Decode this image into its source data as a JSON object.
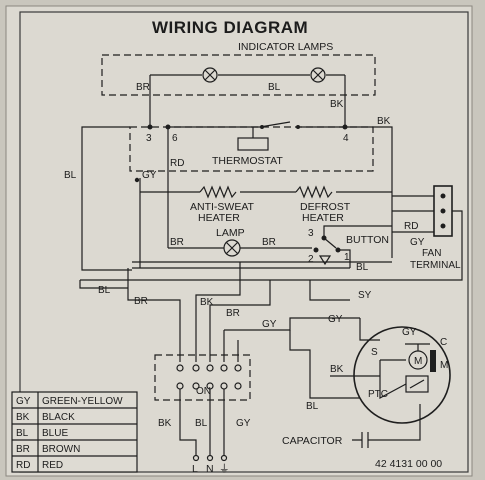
{
  "title": "WIRING DIAGRAM",
  "labels": {
    "indicator_lamps": "INDICATOR LAMPS",
    "thermostat": "THERMOSTAT",
    "anti_sweat": "ANTI-SWEAT",
    "anti_sweat2": "HEATER",
    "defrost": "DEFROST",
    "defrost2": "HEATER",
    "lamp": "LAMP",
    "button": "BUTTON",
    "fan": "FAN",
    "fan2": "TERMINAL",
    "capacitor": "CAPACITOR",
    "ptc": "PTC",
    "motor": "M",
    "part_number": "42 4131 00 00"
  },
  "wires": {
    "br": "BR",
    "bl": "BL",
    "bk": "BK",
    "gy": "GY",
    "rd": "RD",
    "sy": "SY"
  },
  "terminals": {
    "t3": "3",
    "t6": "6",
    "t4": "4",
    "t1": "1",
    "t2": "2",
    "c": "C",
    "s": "S",
    "m": "M",
    "on": "ON",
    "l": "L",
    "n": "N",
    "ground": "⏚"
  },
  "legend": [
    {
      "code": "GY",
      "name": "GREEN-YELLOW"
    },
    {
      "code": "BK",
      "name": "BLACK"
    },
    {
      "code": "BL",
      "name": "BLUE"
    },
    {
      "code": "BR",
      "name": "BROWN"
    },
    {
      "code": "RD",
      "name": "RED"
    }
  ]
}
